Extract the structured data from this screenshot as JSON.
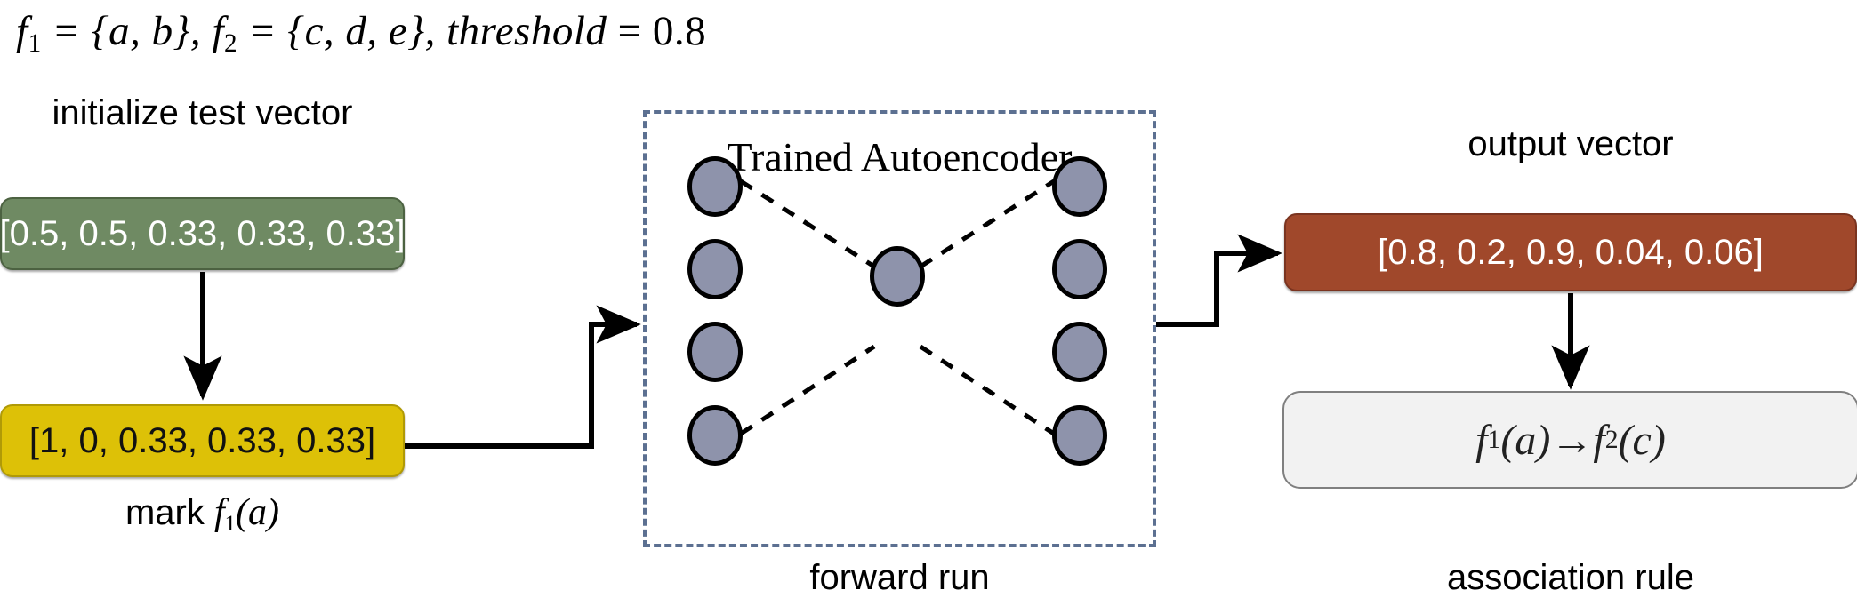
{
  "formula": {
    "f1_name": "f",
    "f1_sub": "1",
    "f1_set": " = {a, b}, ",
    "f2_name": "f",
    "f2_sub": "2",
    "f2_set": " = {c, d, e}, ",
    "threshold_label": "threshold",
    "threshold_eq": " = 0.8",
    "full_text": "f1 = {a, b}, f2 = {c, d, e}, threshold = 0.8"
  },
  "left_column": {
    "init_caption": "initialize test vector",
    "test_vector": "[0.5, 0.5, 0.33, 0.33, 0.33]",
    "marked_vector": "[1, 0, 0.33, 0.33, 0.33]",
    "mark_caption_prefix": "mark ",
    "mark_caption_math_f": "f",
    "mark_caption_math_sub": "1",
    "mark_caption_math_arg": "(a)"
  },
  "autoencoder": {
    "title": "Trained Autoencoder",
    "bottom_caption": "forward run",
    "input_neuron_count": 4,
    "hidden_neuron_count": 1,
    "output_neuron_count": 4
  },
  "right_column": {
    "output_caption": "output vector",
    "output_vector": "[0.8, 0.2, 0.9, 0.04, 0.06]",
    "rule_f1": "f",
    "rule_f1_sub": "1",
    "rule_f1_arg": "(a)",
    "rule_arrow": " → ",
    "rule_f2": "f",
    "rule_f2_sub": "2",
    "rule_f2_arg": "(c)",
    "rule_text": "f1(a) → f2(c)",
    "rule_caption": "association rule"
  },
  "colors": {
    "test_vector_box": "#6f8a63",
    "marked_vector_box": "#ddc107",
    "output_vector_box": "#a0482b",
    "rule_box": "#f2f2f2",
    "neuron_fill": "#8e93ab",
    "panel_border": "#5c7091",
    "arrow": "#000000",
    "background": "#ffffff"
  }
}
